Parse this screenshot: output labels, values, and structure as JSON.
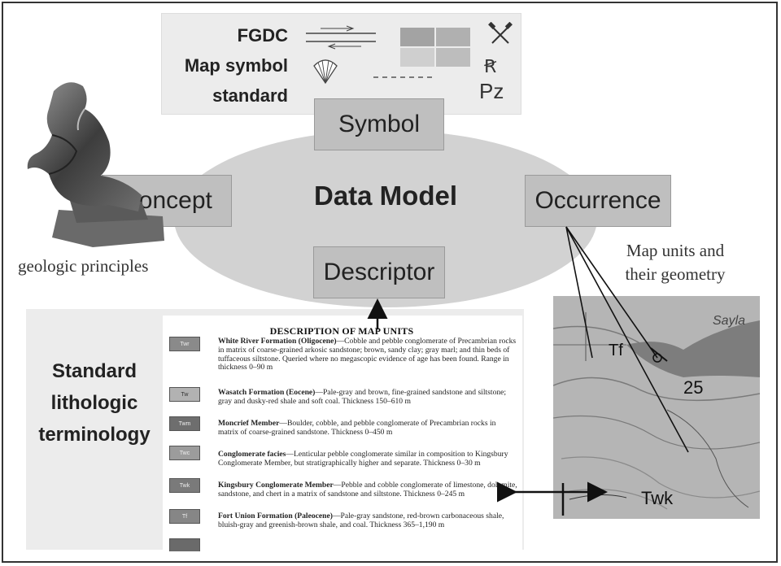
{
  "center": {
    "title": "Data Model"
  },
  "nodes": {
    "symbol": "Symbol",
    "concept": "Concept",
    "occurrence": "Occurrence",
    "descriptor": "Descriptor"
  },
  "fgdc": {
    "line1": "FGDC",
    "line2": "Map symbol",
    "line3": "standard",
    "sym_triassic": "Ꞧ",
    "sym_pz": "Pz"
  },
  "concept_caption": "geologic principles",
  "occurrence_caption": {
    "line1": "Map units and",
    "line2": "their geometry"
  },
  "lithology": {
    "line1": "Standard",
    "line2": "lithologic",
    "line3": "terminology"
  },
  "document": {
    "title": "DESCRIPTION OF MAP UNITS",
    "units": [
      {
        "code": "Twr",
        "name": "White River Formation (Oligocene)",
        "text": "—Cobble and pebble conglomerate of Precambrian rocks in matrix of coarse-grained arkosic sandstone; brown, sandy clay; gray marl; and thin beds of tuffaceous siltstone. Queried where no megascopic evidence of age has been found. Range in thickness 0–90 m"
      },
      {
        "code": "Tw",
        "name": "Wasatch Formation (Eocene)",
        "text": "—Pale-gray and brown, fine-grained sandstone and siltstone; gray and dusky-red shale and soft coal. Thickness 150–610 m"
      },
      {
        "code": "Twm",
        "name": "Moncrief Member",
        "text": "—Boulder, cobble, and pebble conglomerate of Precambrian rocks in matrix of coarse-grained sandstone. Thickness 0–450 m"
      },
      {
        "code": "Twc",
        "name": "Conglomerate facies",
        "text": "—Lenticular pebble conglomerate similar in composition to Kingsbury Conglomerate Member, but stratigraphically higher and separate. Thickness 0–30 m"
      },
      {
        "code": "Twk",
        "name": "Kingsbury Conglomerate Member",
        "text": "—Pebble and cobble conglomerate of limestone, dolomite, sandstone, and chert in a matrix of sandstone and siltstone. Thickness 0–245 m"
      },
      {
        "code": "Tf",
        "name": "Fort Union Formation (Paleocene)",
        "text": "—Pale-gray sandstone, red-brown carbonaceous shale, bluish-gray and greenish-brown shale, and coal. Thickness 365–1,190 m"
      }
    ]
  },
  "map": {
    "label_tf": "Tf",
    "label_25": "25",
    "label_twk": "Twk",
    "label_corner": "Sayla"
  },
  "colors": {
    "node_fill": "#bfbfbf",
    "ellipse_fill": "#d2d2d2",
    "panel_fill": "#ececec",
    "text": "#222222"
  }
}
